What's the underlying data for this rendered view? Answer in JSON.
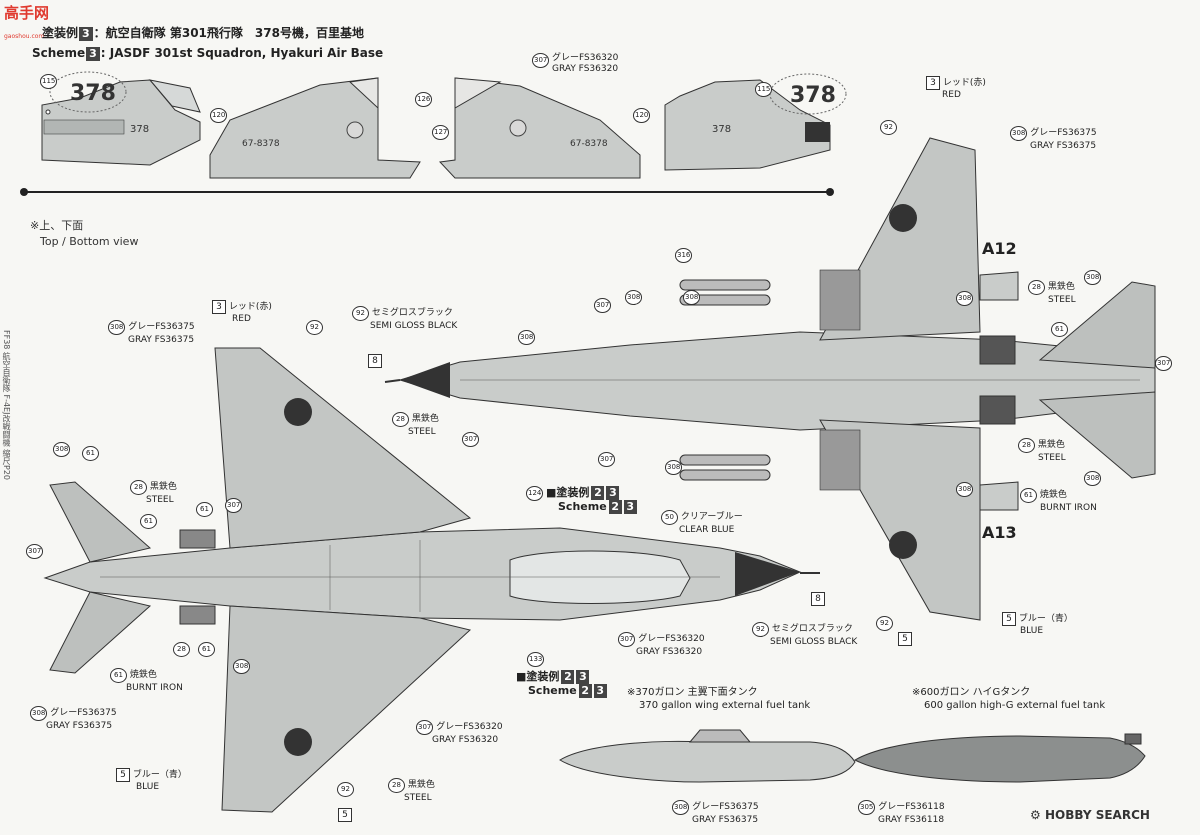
{
  "header": {
    "logo_text": "高手网",
    "logo_sub": "gaoshou.com",
    "scheme_prefix": "塗装例",
    "scheme_num": "3",
    "jp_title": "：航空自衛隊 第301飛行隊　378号機，百里基地",
    "scheme_label": "Scheme",
    "en_title": ":  JASDF 301st Squadron, Hyakuri Air Base"
  },
  "side_views": {
    "numbers_378": "378",
    "serial": "67-8378",
    "small_378": "378",
    "callouts": {
      "c115": "115",
      "c120": "120",
      "c126": "126",
      "c127": "127",
      "c307": "307",
      "c120b": "120",
      "c115b": "115"
    },
    "gray_jp": "グレーFS36320",
    "gray_en": "GRAY FS36320"
  },
  "views_note": {
    "jp": "※上、下面",
    "en": "Top / Bottom view"
  },
  "side_note": "FF38 航空自衛隊 F-4EJ改戦闘機 縮尺P20",
  "top_view": {
    "red_num": "3",
    "red_jp": "レッド(赤)",
    "red_en": "RED",
    "g308_num": "308",
    "g308_jp": "グレーFS36375",
    "g308_en": "GRAY FS36375",
    "c92": "92",
    "sgb_num": "92",
    "sgb_jp": "セミグロスブラック",
    "sgb_en": "SEMI GLOSS BLACK",
    "c8": "8",
    "steel_num": "28",
    "steel_jp": "黒鉄色",
    "steel_en": "STEEL",
    "c307": "307",
    "c308a": "308",
    "c61a": "61",
    "steel2_num": "28",
    "steel2_jp": "黒鉄色",
    "steel2_en": "STEEL",
    "c61b": "61",
    "c61c": "61",
    "c307b": "307",
    "c124": "124",
    "scheme23_jp": "■塗装例",
    "scheme23_en": "Scheme",
    "s2": "2",
    "s3": "3",
    "clear_num": "50",
    "clear_jp": "クリアーブルー",
    "clear_en": "CLEAR BLUE",
    "c8b": "8",
    "sgb2_num": "92",
    "sgb2_jp": "セミグロスブラック",
    "sgb2_en": "SEMI GLOSS BLACK",
    "g307_num": "307",
    "g307_jp": "グレーFS36320",
    "g307_en": "GRAY FS36320",
    "c28a": "28",
    "c61d": "61",
    "burnt_num": "61",
    "burnt_jp": "焼鉄色",
    "burnt_en": "BURNT IRON",
    "c308b": "308",
    "c307c": "307",
    "c133": "133",
    "scheme23b_jp": "■塗装例",
    "scheme23b_en": "Scheme",
    "g308b_num": "308",
    "g308b_jp": "グレーFS36375",
    "g308b_en": "GRAY FS36375",
    "g307b_num": "307",
    "g307b_jp": "グレーFS36320",
    "g307b_en": "GRAY FS36320",
    "blue_num": "5",
    "blue_jp": "ブルー（青）",
    "blue_en": "BLUE",
    "steel3_num": "28",
    "steel3_jp": "黒鉄色",
    "steel3_en": "STEEL",
    "c92b": "92",
    "c5": "5"
  },
  "bottom_view": {
    "red_num": "3",
    "red_jp": "レッド(赤)",
    "red_en": "RED",
    "c92": "92",
    "g308_num": "308",
    "g308_jp": "グレーFS36375",
    "g308_en": "GRAY FS36375",
    "c316": "316",
    "c308a": "308",
    "c307a": "307",
    "c308b": "308",
    "c308c": "308",
    "c307b": "307",
    "c308d": "308",
    "a12": "A12",
    "a13": "A13",
    "a12_308": "308",
    "a13_308": "308",
    "steel_num": "28",
    "steel_jp": "黒鉄色",
    "steel_en": "STEEL",
    "c308e": "308",
    "c61a": "61",
    "c307c": "307",
    "steel2_num": "28",
    "steel2_jp": "黒鉄色",
    "steel2_en": "STEEL",
    "c308f": "308",
    "burnt_num": "61",
    "burnt_jp": "焼鉄色",
    "burnt_en": "BURNT IRON",
    "c92b": "92",
    "blue_num": "5",
    "blue_jp": "ブルー（青）",
    "blue_en": "BLUE",
    "c5": "5"
  },
  "tanks": {
    "t370_jp": "※370ガロン 主翼下面タンク",
    "t370_en": "370 gallon wing external fuel tank",
    "t600_jp": "※600ガロン ハイGタンク",
    "t600_en": "600 gallon high-G external fuel tank",
    "t370_num": "308",
    "t370_gray_jp": "グレーFS36375",
    "t370_gray_en": "GRAY FS36375",
    "t600_num": "305",
    "t600_gray_jp": "グレーFS36118",
    "t600_gray_en": "GRAY FS36118"
  },
  "watermark": "HOBBY SEARCH"
}
